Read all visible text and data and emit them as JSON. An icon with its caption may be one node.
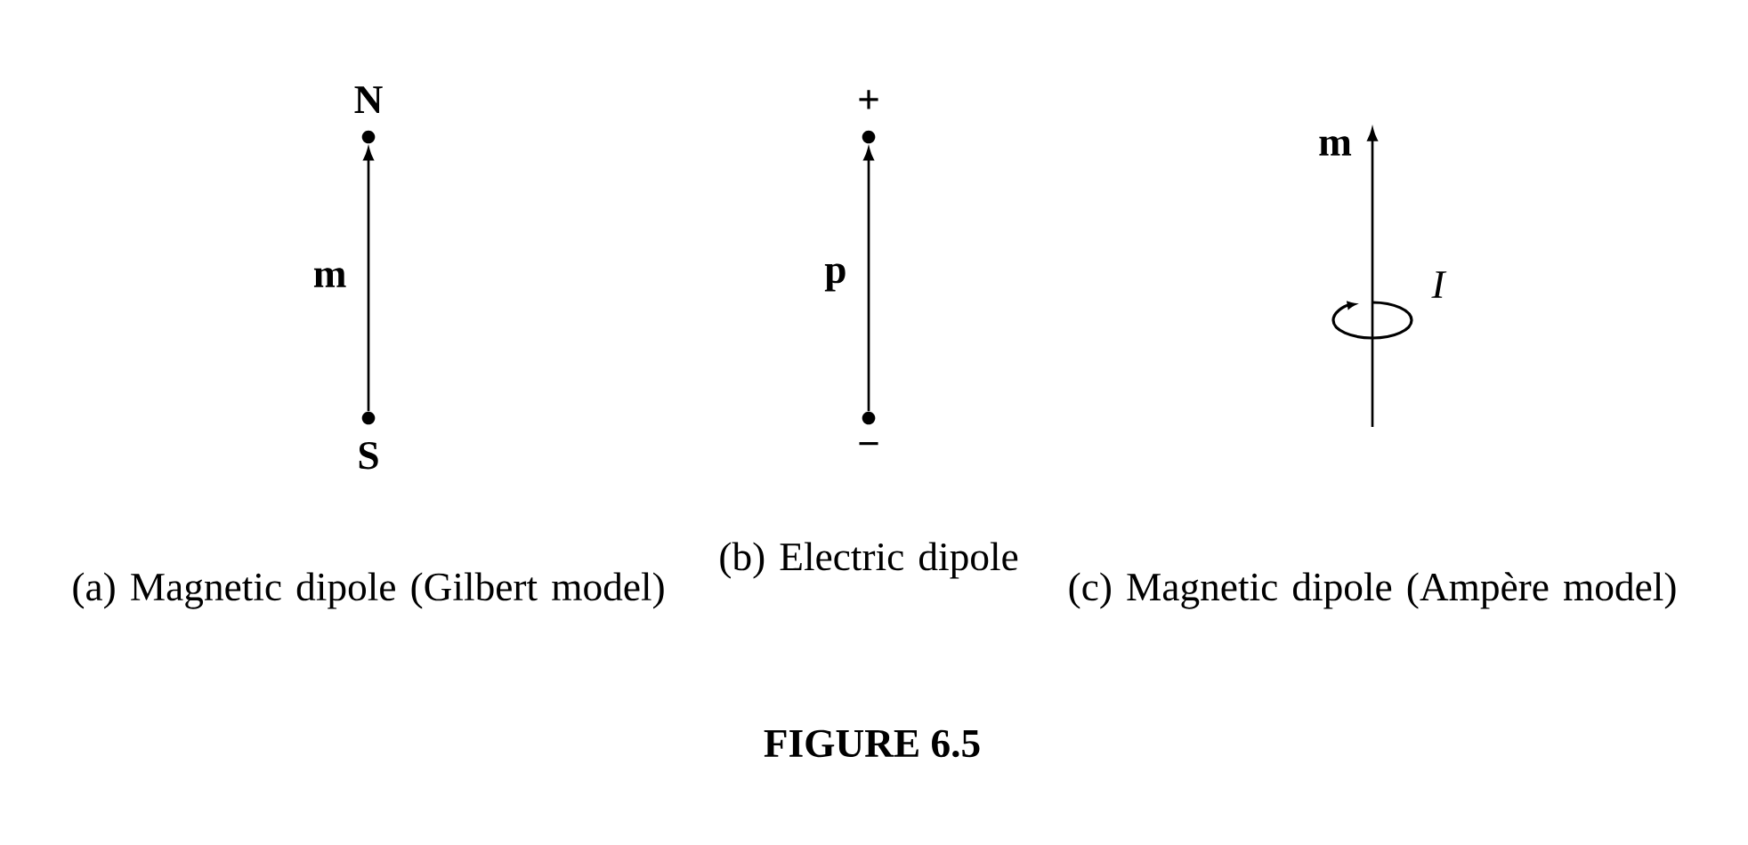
{
  "diagram": {
    "caption": "FIGURE 6.5",
    "nodes": [
      {
        "text": [],
        "shape": "circle",
        "beside": [
          "N"
        ]
      },
      {
        "text": [],
        "shape": "circle",
        "beside": [
          "S"
        ]
      },
      {
        "text": [],
        "shape": "circle",
        "beside": [
          "+"
        ]
      },
      {
        "text": [],
        "shape": "circle",
        "beside": [
          "−"
        ]
      }
    ],
    "edges": [
      {
        "from": 1,
        "to": 0,
        "arrow": "to",
        "label": "m"
      },
      {
        "from": 3,
        "to": 2,
        "arrow": "to",
        "label": "p"
      }
    ],
    "labels": [
      "m",
      "I",
      "(a) Magnetic dipole (Gilbert model)",
      "(b) Electric dipole",
      "(c) Magnetic dipole (Ampère model)"
    ]
  }
}
